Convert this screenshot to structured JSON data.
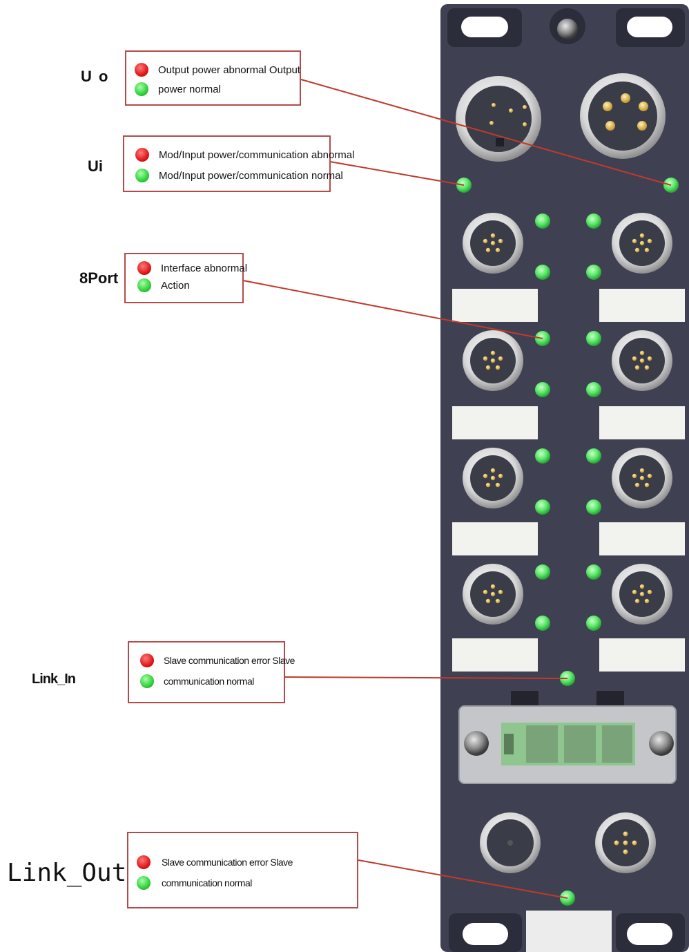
{
  "colors": {
    "leader_line": "#c0392b",
    "module_body": "#3f4152",
    "led_green": "#5de86b",
    "led_red": "#e01818"
  },
  "indicators": [
    {
      "id": "uo",
      "label": "U o",
      "lines": [
        "Output power abnormal Output",
        "power normal"
      ]
    },
    {
      "id": "ui",
      "label": "Ui",
      "lines": [
        "Mod/Input power/communication abnormal",
        "Mod/Input power/communication normal"
      ]
    },
    {
      "id": "port",
      "label": "8Port",
      "lines": [
        "Interface abnormal",
        "Action"
      ]
    },
    {
      "id": "link_in",
      "label": "Link_In",
      "lines": [
        "Slave communication error Slave",
        "communication normal"
      ]
    },
    {
      "id": "link_out",
      "label": "Link_Out",
      "lines": [
        "Slave communication error Slave",
        "communication normal"
      ]
    }
  ],
  "icons": [
    "red-led-icon",
    "green-led-icon",
    "m12-connector-icon",
    "m8-connector-icon",
    "screw-icon",
    "rj45-port-icon"
  ]
}
